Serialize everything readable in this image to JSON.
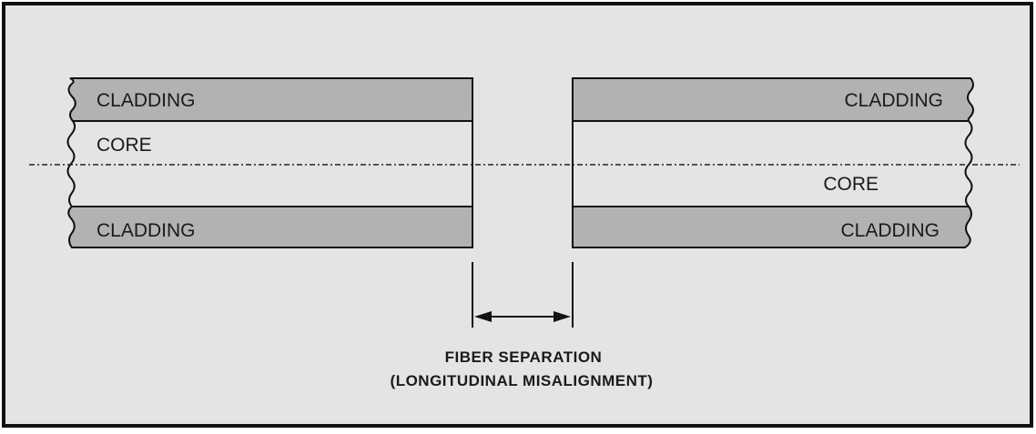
{
  "labels": {
    "left_cladding_top": "CLADDING",
    "left_core": "CORE",
    "left_cladding_bottom": "CLADDING",
    "right_cladding_top": "CLADDING",
    "right_core": "CORE",
    "right_cladding_bottom": "CLADDING",
    "caption_line1": "FIBER SEPARATION",
    "caption_line2": "(LONGITUDINAL MISALIGNMENT)"
  },
  "colors": {
    "background": "#e4e4e4",
    "cladding": "#b2b2b2",
    "core": "#e4e4e4",
    "outline": "#111111",
    "text": "#1a1a1a"
  }
}
